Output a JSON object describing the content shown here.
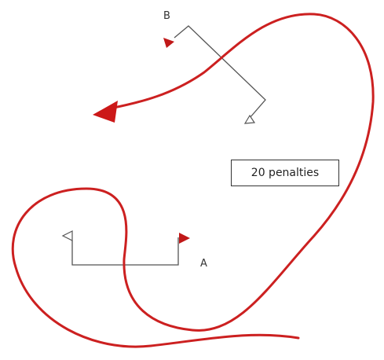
{
  "labels": {
    "mark_a": "A",
    "mark_b": "B",
    "penalty_note": "20 penalties"
  },
  "colors": {
    "course_path": "#cc2020",
    "flag_red": "#c01818",
    "outline": "#555555",
    "note_border": "#333333"
  },
  "icons": {
    "course_arrow": "arrowhead",
    "red_flag": "filled-triangle",
    "white_flag": "hollow-triangle"
  }
}
